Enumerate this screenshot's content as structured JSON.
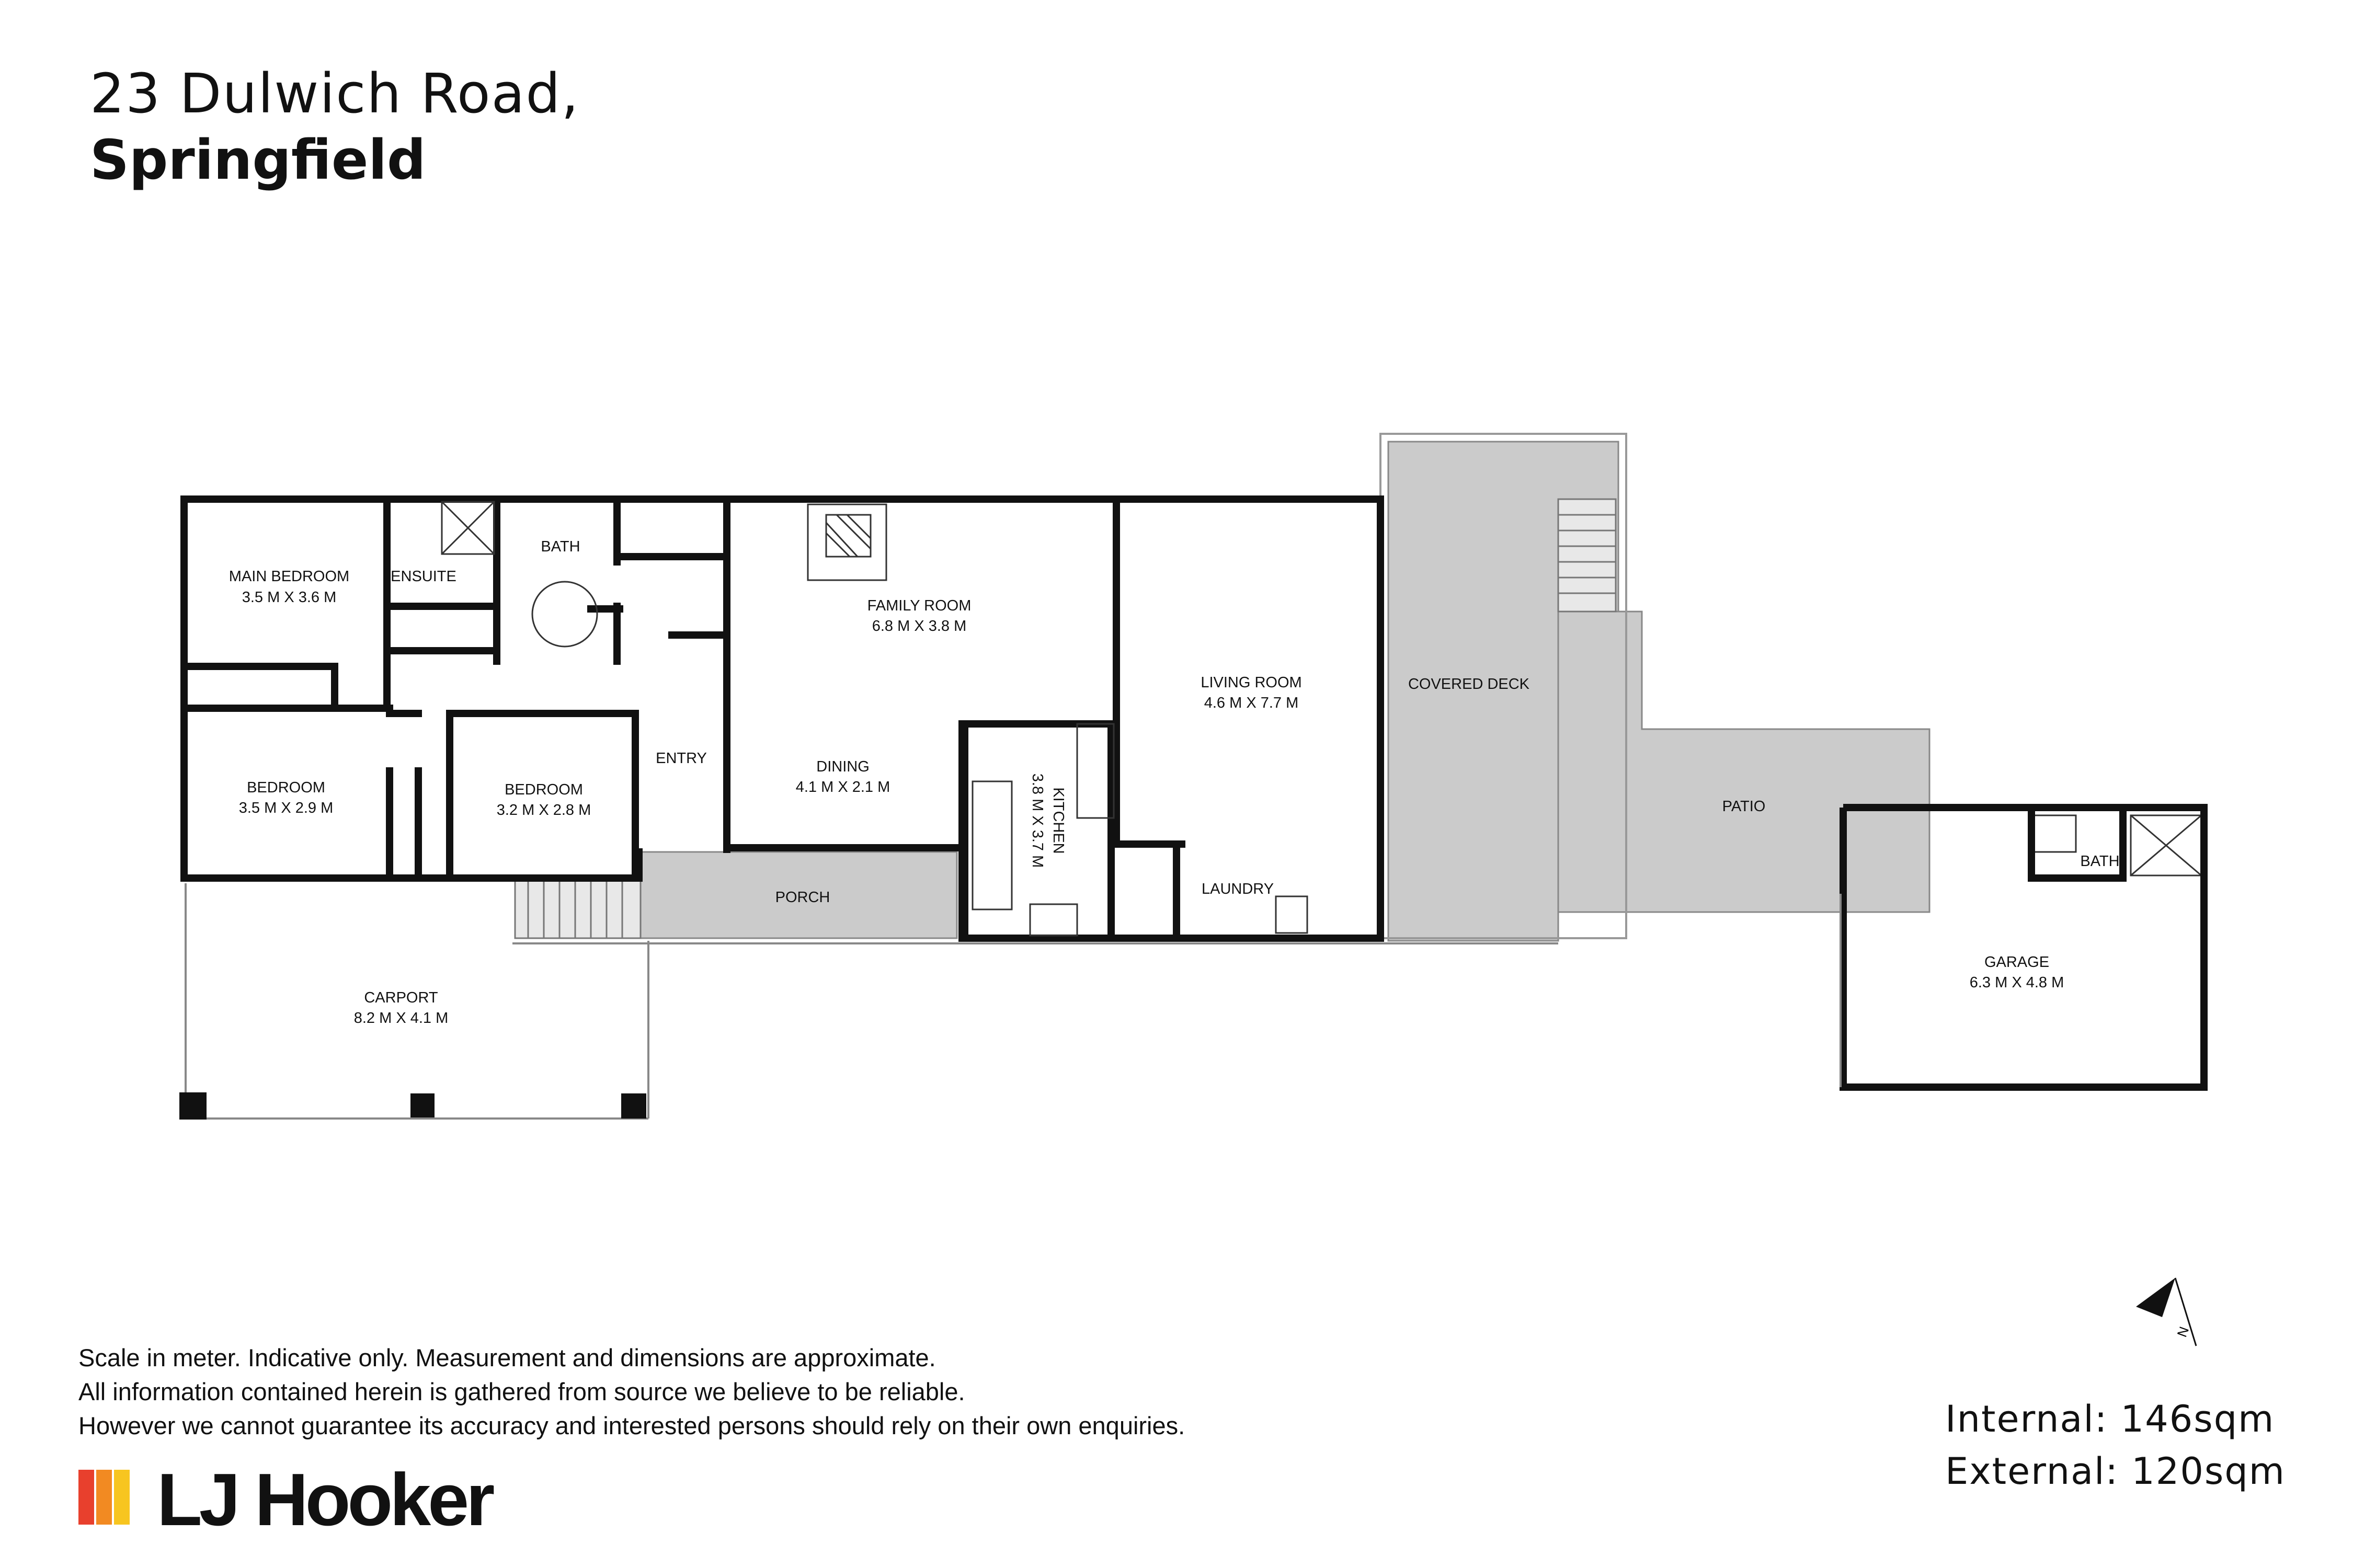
{
  "header": {
    "address_line1": "23 Dulwich Road,",
    "address_line2": "Springfield"
  },
  "rooms": {
    "main_bedroom": {
      "name": "MAIN BEDROOM",
      "size": "3.5 M X 3.6 M"
    },
    "ensuite": {
      "name": "ENSUITE"
    },
    "bath": {
      "name": "BATH"
    },
    "family_room": {
      "name": "FAMILY ROOM",
      "size": "6.8 M X 3.8 M"
    },
    "living_room": {
      "name": "LIVING ROOM",
      "size": "4.6 M X 7.7 M"
    },
    "covered_deck": {
      "name": "COVERED DECK"
    },
    "bedroom_1": {
      "name": "BEDROOM",
      "size": "3.5 M X 2.9 M"
    },
    "bedroom_2": {
      "name": "BEDROOM",
      "size": "3.2 M X 2.8 M"
    },
    "entry": {
      "name": "ENTRY"
    },
    "dining": {
      "name": "DINING",
      "size": "4.1 M X 2.1 M"
    },
    "kitchen": {
      "name": "KITCHEN",
      "size": "3.8 M X 3.7 M"
    },
    "laundry": {
      "name": "LAUNDRY"
    },
    "porch": {
      "name": "PORCH"
    },
    "patio": {
      "name": "PATIO"
    },
    "garage_bath": {
      "name": "BATH"
    },
    "garage": {
      "name": "GARAGE",
      "size": "6.3 M X 4.8 M"
    },
    "carport": {
      "name": "CARPORT",
      "size": "8.2 M X 4.1 M"
    }
  },
  "compass": {
    "label": "N"
  },
  "disclaimer": {
    "line1": "Scale in meter. Indicative only. Measurement and dimensions are approximate.",
    "line2": "All information contained herein is gathered from source we believe to be reliable.",
    "line3": "However we cannot guarantee its accuracy and interested persons should rely on their own enquiries."
  },
  "areas": {
    "internal": "Internal: 146sqm",
    "external": "External: 120sqm"
  },
  "brand": {
    "name": "LJ Hooker",
    "colors": [
      "#e8402d",
      "#f28a22",
      "#f7c520"
    ]
  },
  "colors": {
    "wall": "#111111",
    "outdoor_fill": "#cbcbcb",
    "background": "#ffffff"
  }
}
